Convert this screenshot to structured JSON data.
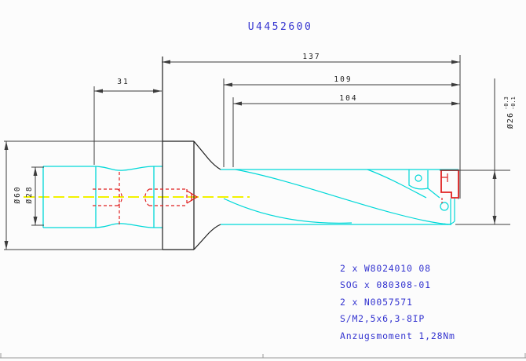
{
  "drawing_number": "U4452600",
  "dimensions": {
    "overall_length": "137",
    "length_109": "109",
    "flute_length": "104",
    "shank_step_length": "31",
    "flange_diameter": "Ø60",
    "shank_diameter": "Ø28",
    "drill_diameter": "Ø26",
    "drill_tol_upper": "-0.3",
    "drill_tol_lower": "-0.1"
  },
  "parts_list": {
    "lines": [
      "2 x W8024010 08",
      "SOG x 080308-01",
      "2 x N0057571",
      "S/M2,5x6,3-8IP",
      "Anzugsmoment 1,28Nm"
    ]
  },
  "colors": {
    "geometry_cyan": "#00d8d8",
    "hidden_red": "#e02020",
    "centerline_yellow": "#f2f200",
    "annotation_blue": "#3535d0",
    "dimension_gray": "#3c3c3c"
  }
}
